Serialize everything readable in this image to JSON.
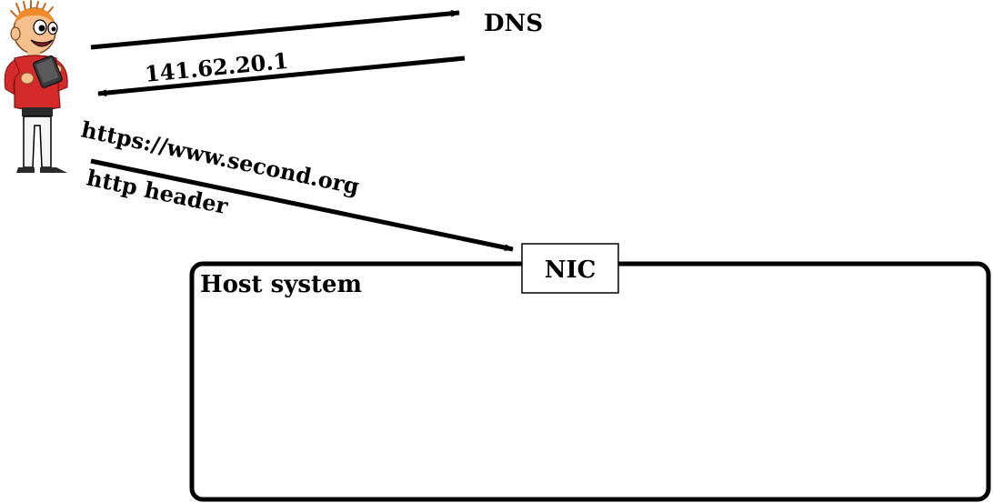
{
  "labels": {
    "dns": "DNS",
    "ip_address": "141.62.20.1",
    "url": "https://www.second.org",
    "http_header": "http header",
    "nic": "NIC",
    "host_system": "Host system"
  },
  "colors": {
    "stroke": "#000000",
    "background": "#ffffff",
    "shirt": "#d42a2a",
    "skin": "#f6c08e",
    "hair": "#f08a2a",
    "pants": "#f4f4f4",
    "shoes": "#2a2a2a",
    "device": "#3a3a3a"
  },
  "icons": {
    "user": "user-cartoon-icon"
  }
}
